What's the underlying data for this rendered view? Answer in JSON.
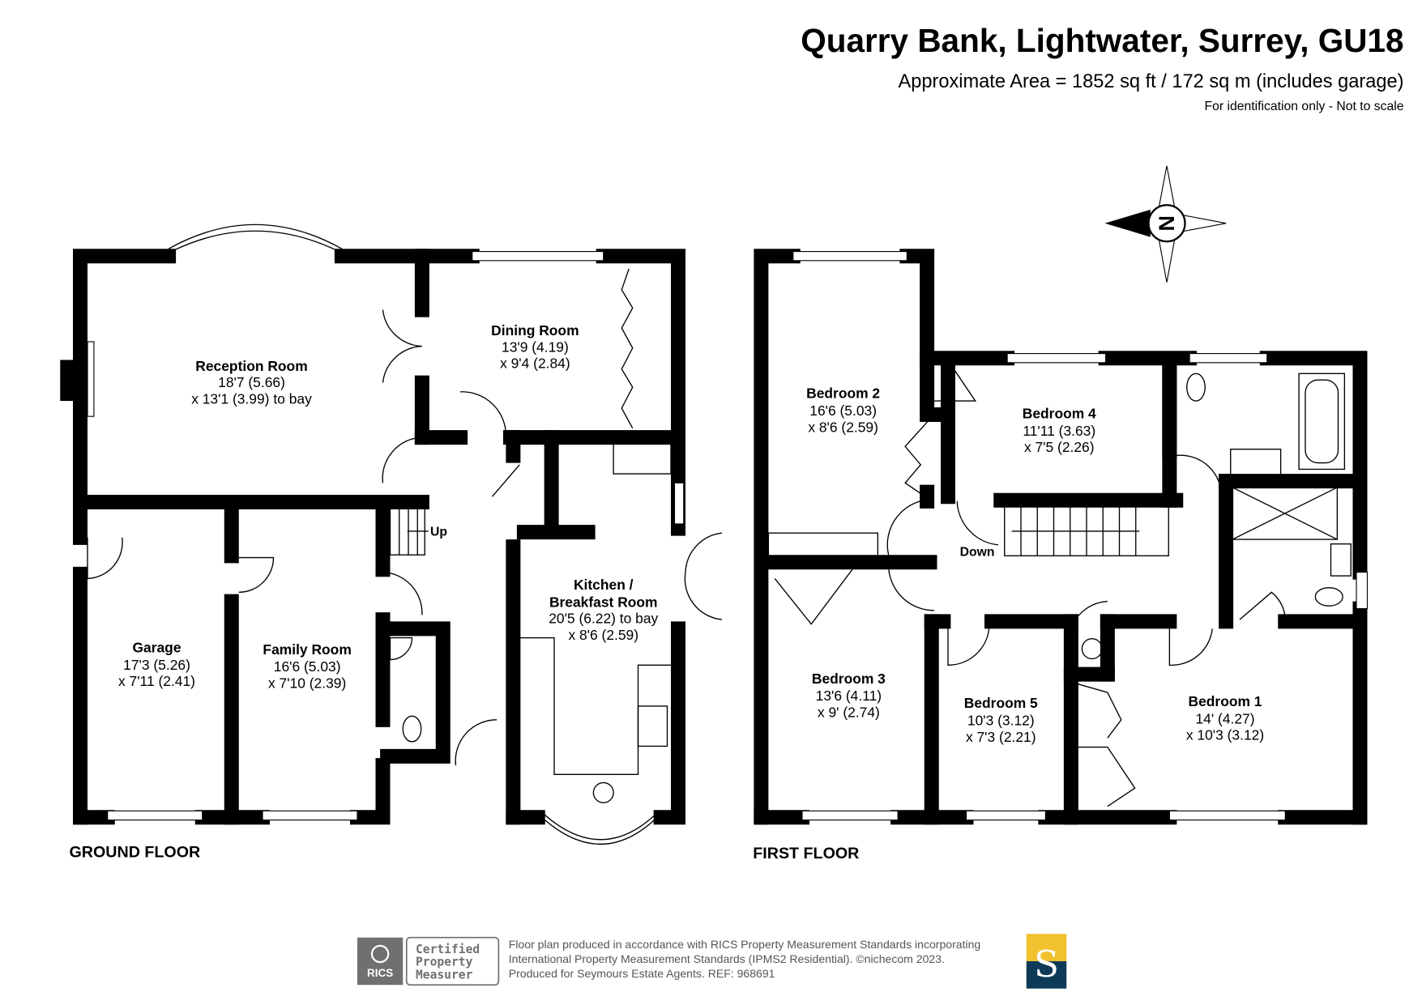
{
  "header": {
    "title": "Quarry Bank, Lightwater, Surrey, GU18",
    "area": "Approximate Area = 1852 sq ft / 172 sq m (includes garage)",
    "disclaimer": "For identification only - Not to scale"
  },
  "compass": {
    "label": "N"
  },
  "ground_floor": {
    "label": "GROUND FLOOR",
    "stairs_label": "Up",
    "rooms": [
      {
        "name": "Reception Room",
        "lines": [
          "18'7 (5.66)",
          "x 13'1 (3.99) to bay"
        ]
      },
      {
        "name": "Dining Room",
        "lines": [
          "13'9 (4.19)",
          "x 9'4 (2.84)"
        ]
      },
      {
        "name": "Kitchen /",
        "name2": "Breakfast Room",
        "lines": [
          "20'5 (6.22) to bay",
          "x 8'6 (2.59)"
        ]
      },
      {
        "name": "Garage",
        "lines": [
          "17'3 (5.26)",
          "x 7'11 (2.41)"
        ]
      },
      {
        "name": "Family Room",
        "lines": [
          "16'6 (5.03)",
          "x 7'10 (2.39)"
        ]
      }
    ]
  },
  "first_floor": {
    "label": "FIRST FLOOR",
    "stairs_label": "Down",
    "rooms": [
      {
        "name": "Bedroom 2",
        "lines": [
          "16'6 (5.03)",
          "x 8'6 (2.59)"
        ]
      },
      {
        "name": "Bedroom 4",
        "lines": [
          "11'11 (3.63)",
          "x 7'5 (2.26)"
        ]
      },
      {
        "name": "Bedroom 3",
        "lines": [
          "13'6 (4.11)",
          "x 9' (2.74)"
        ]
      },
      {
        "name": "Bedroom 5",
        "lines": [
          "10'3 (3.12)",
          "x 7'3 (2.21)"
        ]
      },
      {
        "name": "Bedroom 1",
        "lines": [
          "14' (4.27)",
          "x 10'3 (3.12)"
        ]
      }
    ]
  },
  "footer": {
    "rics_logo": "RICS",
    "certified": [
      "Certified",
      "Property",
      "Measurer"
    ],
    "notes": [
      "Floor plan produced in accordance with RICS Property Measurement Standards incorporating",
      "International Property Measurement Standards (IPMS2 Residential).   ©nichecom 2023.",
      "Produced for Seymours Estate Agents.   REF:  968691"
    ],
    "agent_logo": "S",
    "colors": {
      "agent_top": "#f2c12e",
      "agent_bottom": "#0d3a56",
      "rics_grey": "#707070"
    }
  }
}
